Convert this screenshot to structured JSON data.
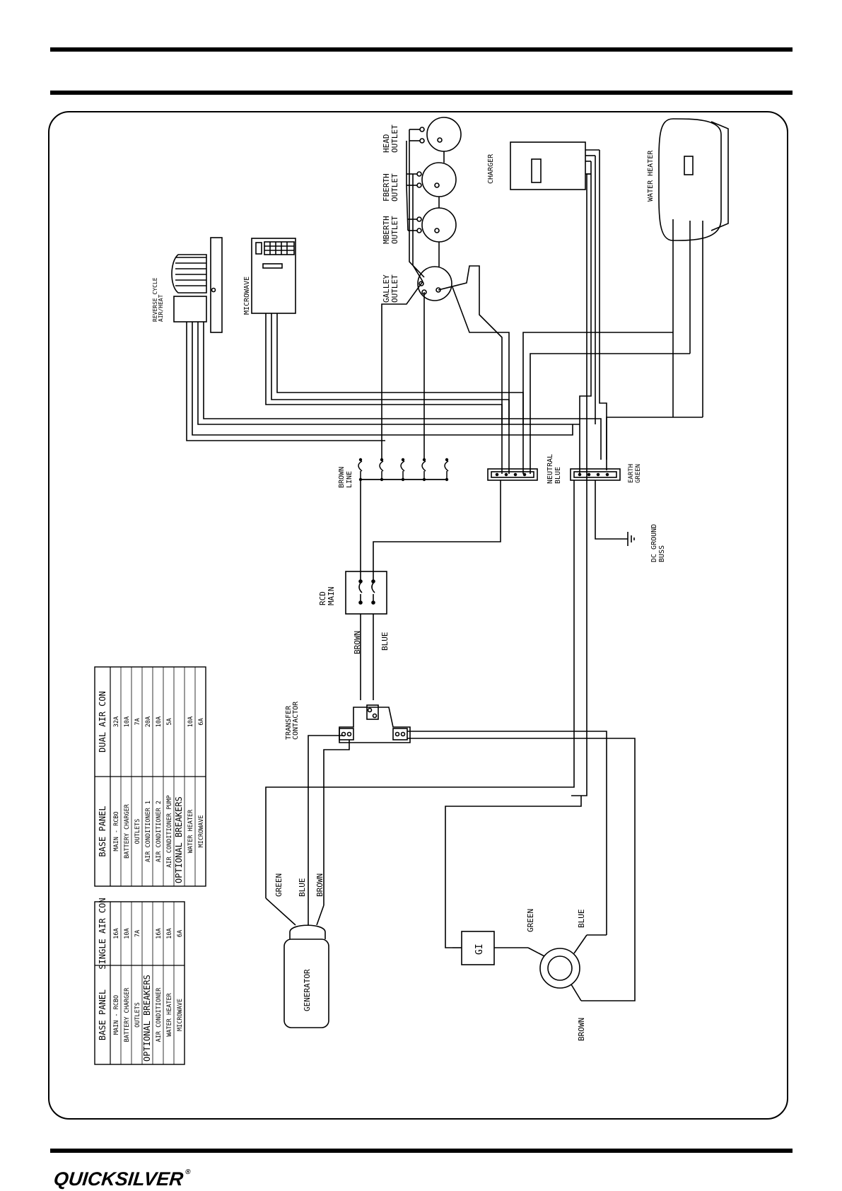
{
  "footer": {
    "brand": "QUICKSILVER",
    "registered_mark": "®"
  },
  "components": {
    "head_outlet": [
      "HEAD",
      "OUTLET"
    ],
    "fberth_outlet": [
      "FBERTH",
      "OUTLET"
    ],
    "mberth_outlet": [
      "MBERTH",
      "OUTLET"
    ],
    "galley_outlet": [
      "GALLEY",
      "OUTLET"
    ],
    "charger": "CHARGER",
    "water_heater": "WATER HEATER",
    "microwave": "MICROWAVE",
    "reverse_cycle": [
      "REVERSE CYCLE",
      "AIR/HEAT"
    ],
    "brown_line": [
      "BROWN",
      "LINE"
    ],
    "neutral_blue": [
      "NEUTRAL",
      "BLUE"
    ],
    "earth_green": [
      "EARTH",
      "GREEN"
    ],
    "dc_ground": [
      "DC GROUND",
      "BUSS"
    ],
    "rcd_main": [
      "RCD",
      "MAIN"
    ],
    "transfer_contactor": [
      "TRANSFER",
      "CONTACTOR"
    ],
    "generator": "GENERATOR",
    "gi": "GI"
  },
  "wire_labels": {
    "rcd_brown": "BROWN",
    "rcd_blue": "BLUE",
    "gen_green": "GREEN",
    "gen_blue": "BLUE",
    "gen_brown": "BROWN",
    "inlet_green": "GREEN",
    "inlet_blue": "BLUE",
    "inlet_brown": "BROWN"
  },
  "single_air_con_table": {
    "col1_header": "BASE PANEL",
    "col2_header": "SINGLE AIR CON",
    "rows": [
      [
        "MAIN - RCBO",
        "16A"
      ],
      [
        "BATTERY CHARGER",
        "10A"
      ],
      [
        "OUTLETS",
        "7A"
      ],
      [
        "OPTIONAL BREAKERS",
        ""
      ],
      [
        "AIR CONDITIONER",
        "16A"
      ],
      [
        "WATER HEATER",
        "10A"
      ],
      [
        "MICROWAVE",
        "6A"
      ]
    ]
  },
  "dual_air_con_table": {
    "col1_header": "BASE PANEL",
    "col2_header": "DUAL AIR CON",
    "rows": [
      [
        "MAIN - RCBO",
        "32A"
      ],
      [
        "BATTERY CHARGER",
        "10A"
      ],
      [
        "OUTLETS",
        "7A"
      ],
      [
        "AIR CONDITIONER 1",
        "20A"
      ],
      [
        "AIR CONDITIONER 2",
        "10A"
      ],
      [
        "AIR CONDITIONER PUMP",
        "5A"
      ],
      [
        "OPTIONAL BREAKERS",
        ""
      ],
      [
        "WATER HEATER",
        "10A"
      ],
      [
        "MICROWAVE",
        "6A"
      ]
    ]
  }
}
